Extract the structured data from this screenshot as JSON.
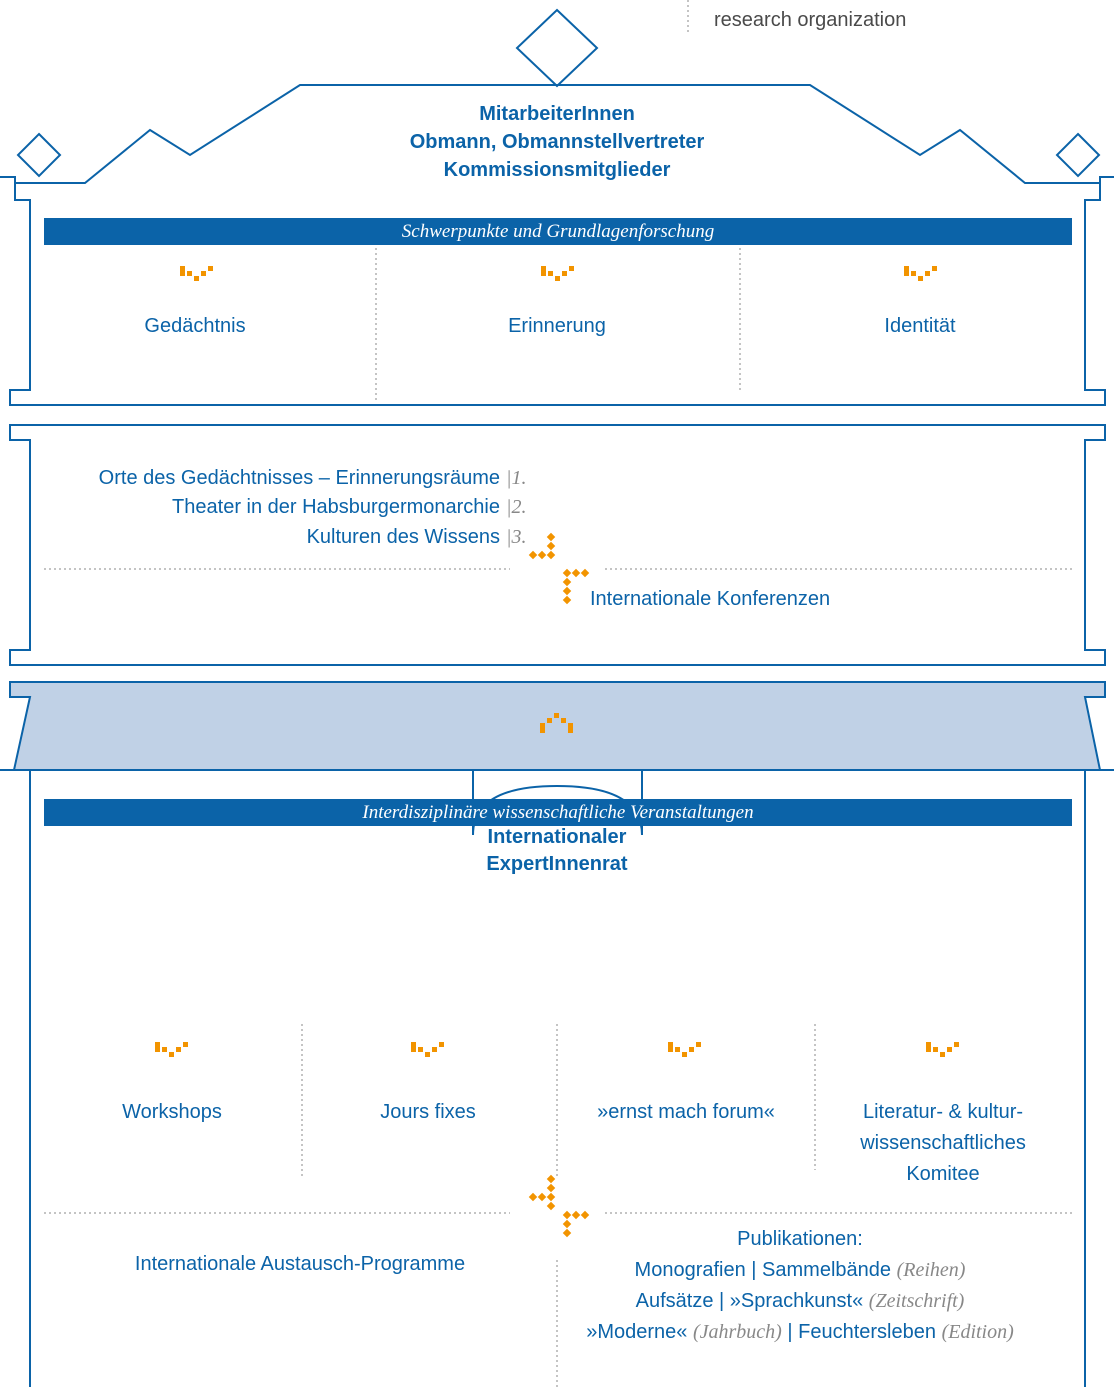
{
  "top_note": "research organization",
  "header": {
    "line1": "MitarbeiterInnen",
    "line2": "Obmann, Obmannstellvertreter",
    "line3": "Kommissionsmitglieder"
  },
  "band1": "Schwerpunkte und Grundlagenforschung",
  "focus_columns": [
    "Gedächtnis",
    "Erinnerung",
    "Identität"
  ],
  "projects": [
    {
      "label": "Orte des Gedächtnisses – Erinnerungsräume",
      "num": "1."
    },
    {
      "label": "Theater in der Habsburgermonarchie",
      "num": "2."
    },
    {
      "label": "Kulturen des Wissens",
      "num": "3."
    }
  ],
  "conferences": "Internationale Konferenzen",
  "council": {
    "line1": "Internationaler",
    "line2": "ExpertInnenrat"
  },
  "band2": "Interdisziplinäre wissenschaftliche Veranstaltungen",
  "event_columns": [
    "Workshops",
    "Jours fixes",
    "»ernst mach forum«",
    "Literatur- & kultur-",
    "wissenschaftliches",
    "Komitee"
  ],
  "exchange": "Internationale Austausch-Programme",
  "publications": {
    "title": "Publikationen:",
    "l2a": "Monografien | Sammelbände",
    "l2b": "(Reihen)",
    "l3a": "Aufsätze | »Sprachkunst«",
    "l3b": "(Zeitschrift)",
    "l4a": "»Moderne«",
    "l4b": "(Jahrbuch)",
    "l4c": "| Feuchtersleben",
    "l4d": "(Edition)"
  },
  "colors": {
    "blue": "#0b63a8",
    "orange": "#f29400",
    "light_blue": "#c0d1e6",
    "grey": "#888888"
  }
}
